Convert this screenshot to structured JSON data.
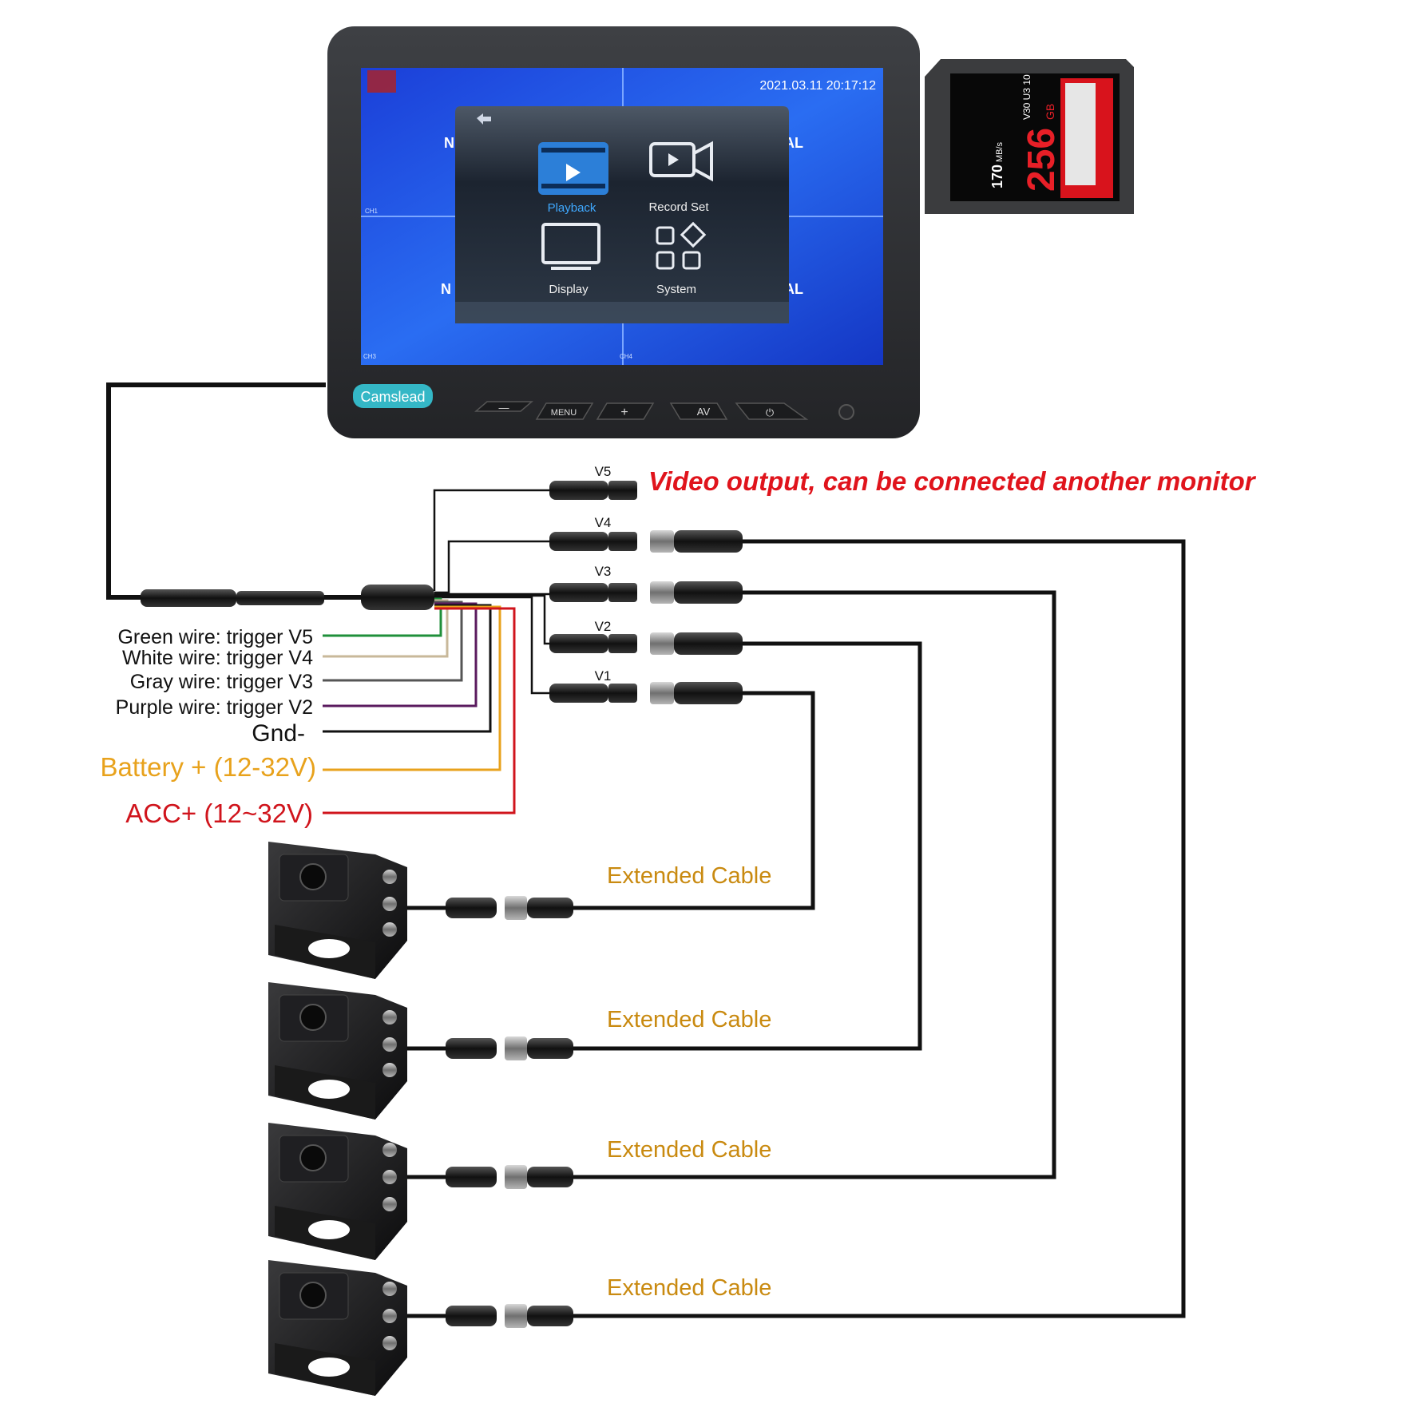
{
  "monitor": {
    "datetime": "2021.03.11 20:17:12",
    "brand": "Camslead",
    "quad_labels": [
      "N",
      "AL",
      "N",
      "AL"
    ],
    "channels": [
      "CH1",
      "CH3",
      "CH4"
    ],
    "menu": {
      "playback": "Playback",
      "record_set": "Record Set",
      "display": "Display",
      "system": "System"
    },
    "buttons": {
      "minus": "—",
      "menu": "MENU",
      "plus": "+",
      "av": "AV",
      "power": "⏻"
    }
  },
  "sd_card": {
    "capacity": "256",
    "unit": "GB",
    "speed": "170",
    "speed_unit": "MB/s",
    "classes": "V30 U3 10"
  },
  "video_ports": {
    "v5": "V5",
    "v4": "V4",
    "v3": "V3",
    "v2": "V2",
    "v1": "V1"
  },
  "video_output_note": "Video output, can be connected another monitor",
  "wires": {
    "green": "Green wire: trigger V5",
    "white": "White wire: trigger V4",
    "gray": "Gray wire: trigger V3",
    "purple": "Purple wire: trigger V2",
    "gnd": "Gnd-",
    "battery": "Battery + (12-32V)",
    "acc": "ACC+ (12~32V)"
  },
  "colors": {
    "green_wire": "#1f8f3a",
    "white_wire": "#c8b89a",
    "gray_wire": "#555555",
    "purple_wire": "#5a1a5e",
    "battery": "#e8a21c",
    "acc": "#d0141c",
    "video_note": "#e0141c",
    "extended_cable": "#c98a10"
  },
  "cables": {
    "cam1": "Extended Cable",
    "cam2": "Extended Cable",
    "cam3": "Extended Cable",
    "cam4": "Extended Cable"
  }
}
